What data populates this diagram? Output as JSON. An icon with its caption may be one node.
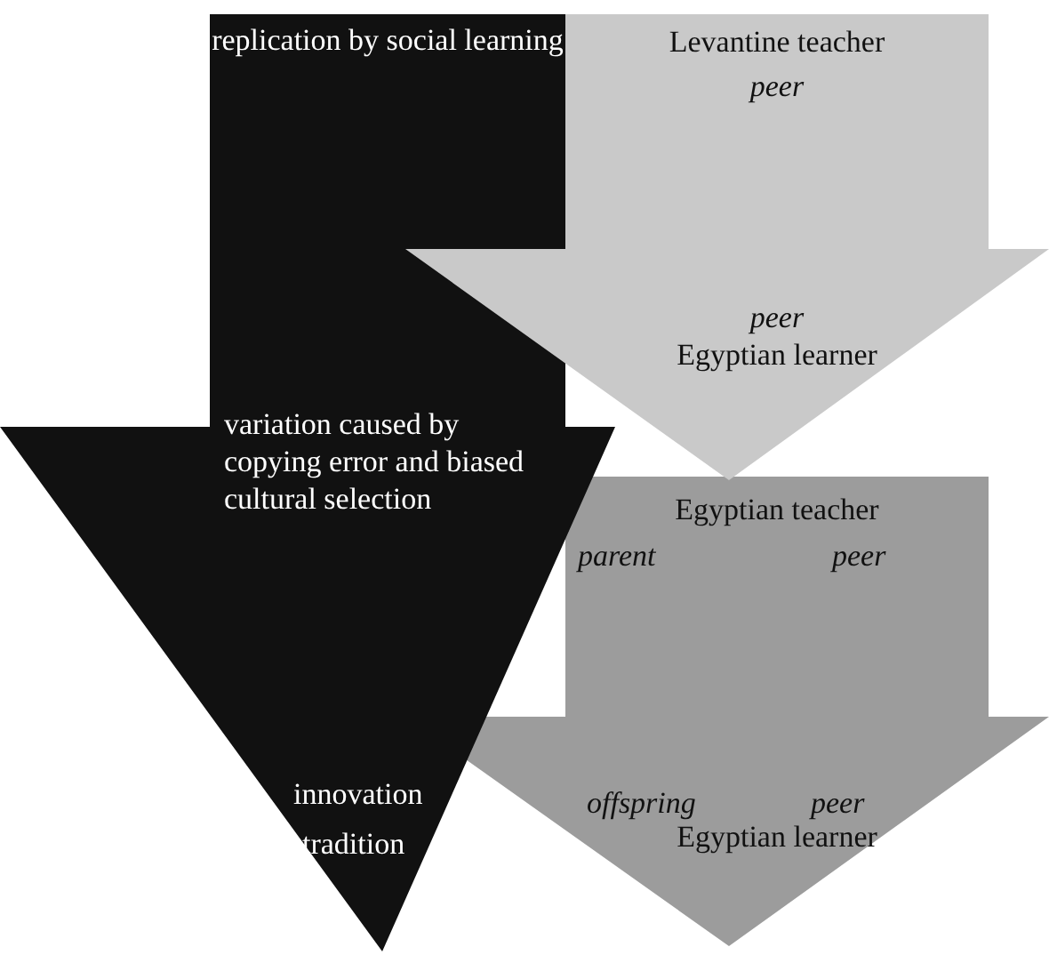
{
  "diagram": {
    "nodes": [
      {
        "text": [
          "replication by social learning",
          "variation caused by copying error and biased cultural selection",
          "innovation",
          "tradition"
        ]
      },
      {
        "text": [
          "Levantine teacher",
          "peer",
          "peer",
          "Egyptian learner"
        ]
      },
      {
        "text": [
          "Egyptian teacher",
          "parent",
          "peer",
          "offspring",
          "peer",
          "Egyptian learner"
        ]
      }
    ]
  }
}
